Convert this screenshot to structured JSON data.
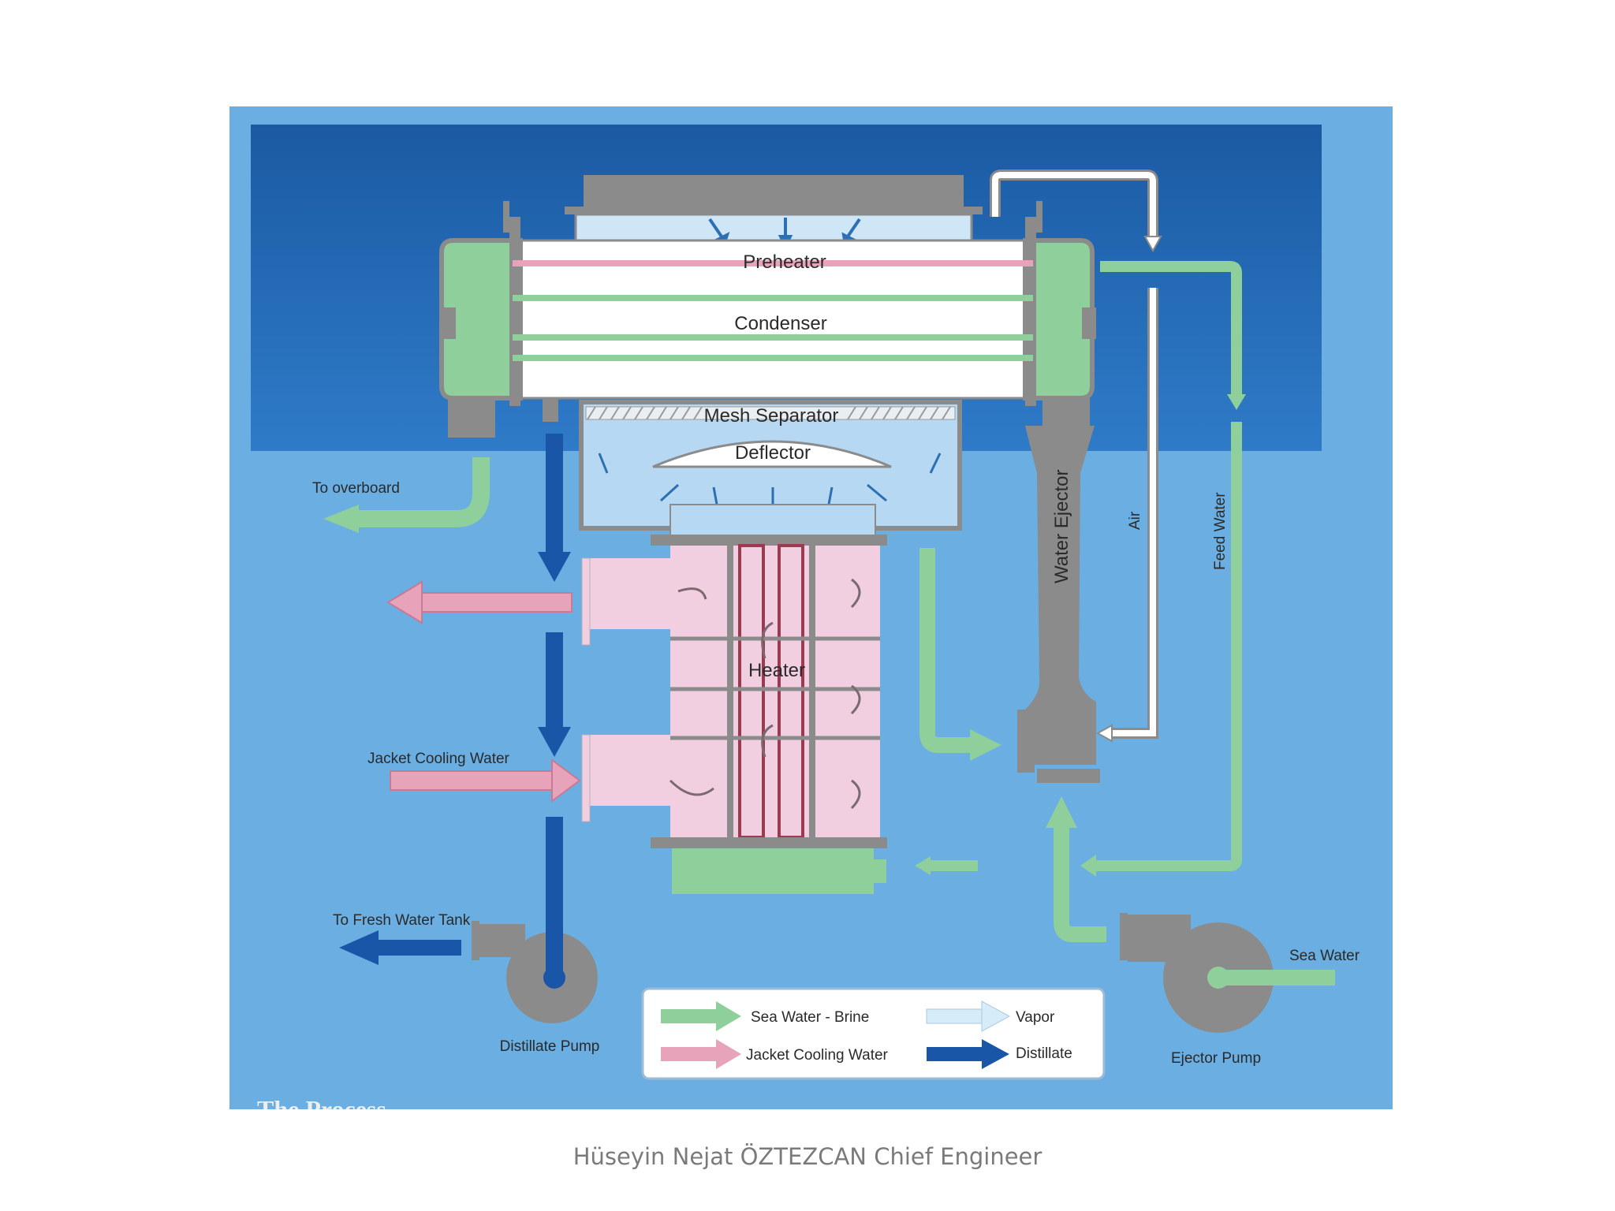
{
  "labels": {
    "preheater": "Preheater",
    "condenser": "Condenser",
    "mesh_separator": "Mesh Separator",
    "deflector": "Deflector",
    "heater": "Heater",
    "water_ejector": "Water Ejector",
    "air": "Air",
    "feed_water": "Feed Water",
    "to_overboard": "To overboard",
    "jacket_cooling_water": "Jacket Cooling Water",
    "to_fresh_water_tank": "To Fresh Water Tank",
    "distillate_pump": "Distillate Pump",
    "ejector_pump": "Ejector Pump",
    "sea_water": "Sea Water",
    "caption": "The Process"
  },
  "legend": {
    "items": [
      {
        "label": "Sea Water - Brine",
        "color": "#8ecf9c"
      },
      {
        "label": "Vapor",
        "color": "#d6ecf8"
      },
      {
        "label": "Jacket Cooling Water",
        "color": "#e6a3ba"
      },
      {
        "label": "Distillate",
        "color": "#1a56a8"
      }
    ]
  },
  "footer": {
    "credit": "Hüseyin Nejat ÖZTEZCAN Chief Engineer"
  },
  "colors": {
    "background_light": "#6aaee2",
    "background_dark": "#1d5fa8",
    "sea_water_brine": "#8ecf9c",
    "jacket_cooling": "#e6a3ba",
    "distillate": "#1a56a8",
    "vapor": "#d6ecf8",
    "casing": "#8b8b8b"
  }
}
